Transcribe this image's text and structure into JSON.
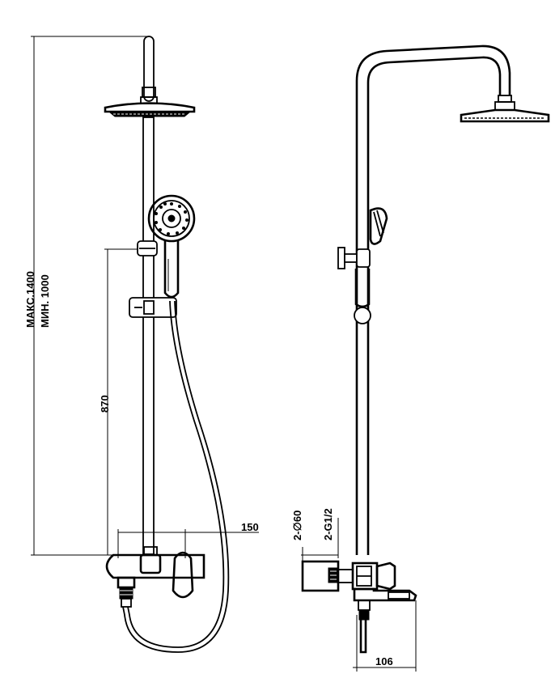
{
  "dimensions": {
    "height_max": "МАКС.1400",
    "height_min": "МИН. 1000",
    "mixer_height": "870",
    "spout_reach": "150",
    "connection_diameter": "2-∅60",
    "connection_thread": "2-G1/2",
    "wall_offset": "106"
  }
}
